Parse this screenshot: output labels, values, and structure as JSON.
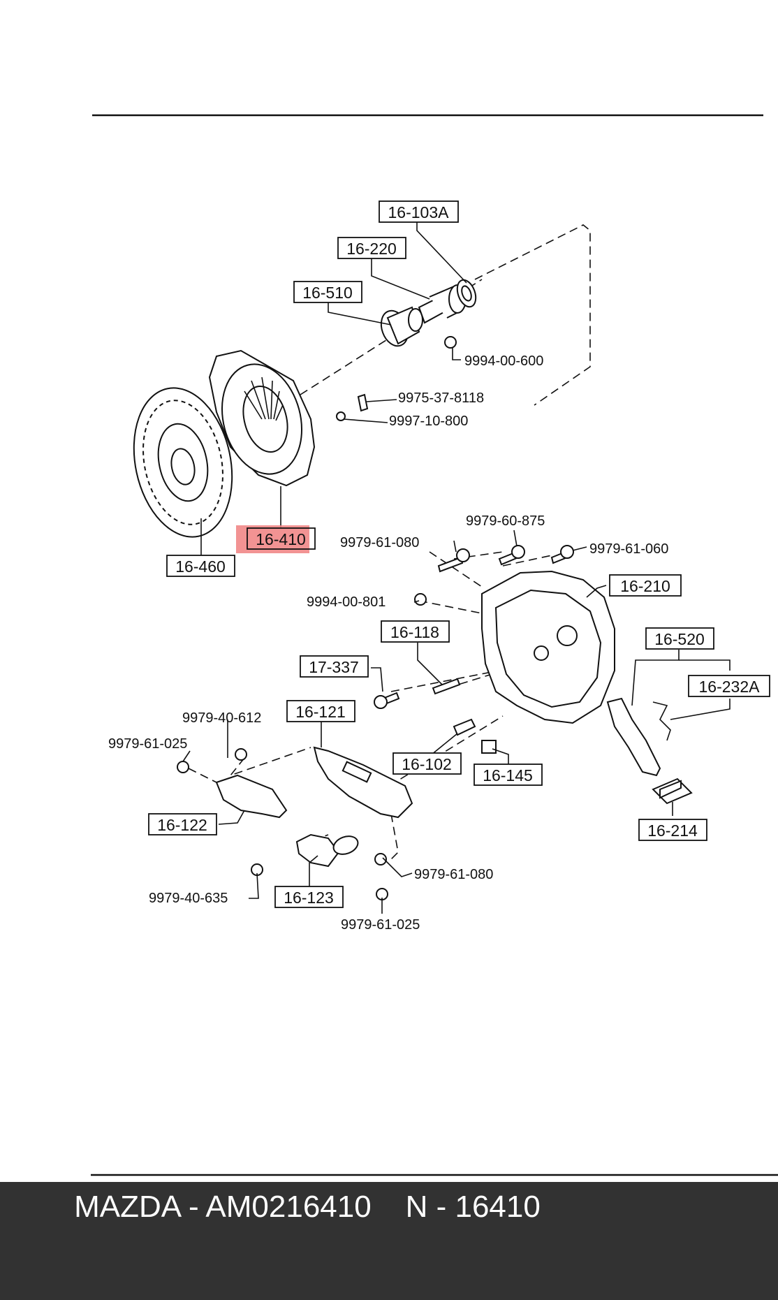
{
  "labels": {
    "l16_103A": "16-103A",
    "l16_220": "16-220",
    "l16_510": "16-510",
    "l9994_00_600": "9994-00-600",
    "l9975_37_8118": "9975-37-8118",
    "l9997_10_800": "9997-10-800",
    "l16_410": "16-410",
    "l16_460": "16-460",
    "l9979_60_875": "9979-60-875",
    "l9979_61_080a": "9979-61-080",
    "l9979_61_060": "9979-61-060",
    "l16_210": "16-210",
    "l9994_00_801": "9994-00-801",
    "l16_118": "16-118",
    "l16_520": "16-520",
    "l17_337": "17-337",
    "l16_232A": "16-232A",
    "l9979_40_612": "9979-40-612",
    "l16_121": "16-121",
    "l9979_61_025a": "9979-61-025",
    "l16_102": "16-102",
    "l16_145": "16-145",
    "l16_122": "16-122",
    "l16_214": "16-214",
    "l9979_61_080b": "9979-61-080",
    "l9979_40_635": "9979-40-635",
    "l16_123": "16-123",
    "l9979_61_025b": "9979-61-025"
  },
  "highlight": {
    "part": "16-410",
    "color": "#f08080"
  },
  "footer": {
    "text": "MAZDA - AM0216410    N - 16410",
    "background": "#323232"
  }
}
